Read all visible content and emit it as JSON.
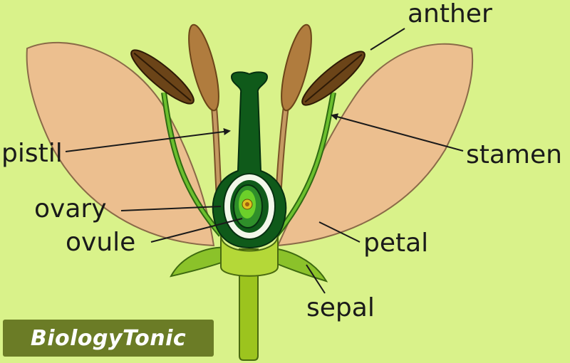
{
  "labels": {
    "anther": "anther",
    "pistil": "pistil",
    "stamen": "stamen",
    "ovary": "ovary",
    "ovule": "ovule",
    "petal": "petal",
    "sepal": "sepal"
  },
  "watermark": {
    "text": "BiologyTonic"
  },
  "colors": {
    "background": "#d9f28a",
    "petal": "#ecbf8f",
    "stem": "#9cc41e",
    "pistil": "#0f5a1a",
    "filament": "#5aaa2a",
    "anther": "#6b4418",
    "style_filament": "#b07c3e",
    "watermark_bg": "#6b7c26"
  }
}
